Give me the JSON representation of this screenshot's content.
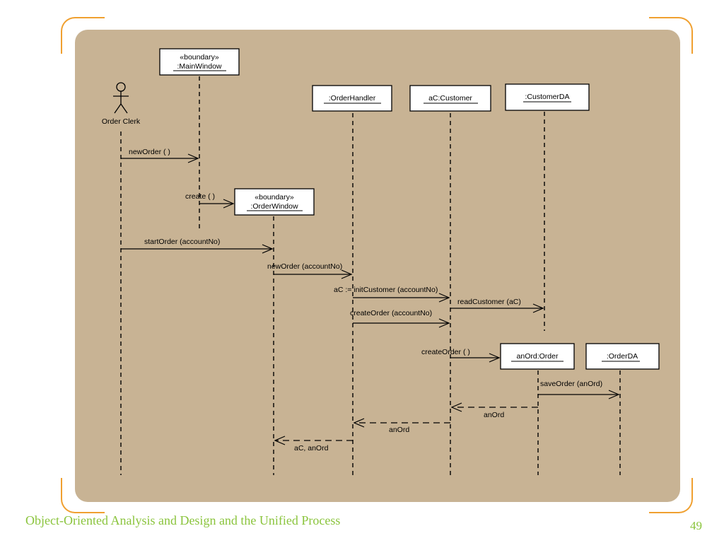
{
  "footer": {
    "title": "Object-Oriented Analysis and Design and the Unified Process",
    "page_number": "49"
  },
  "colors": {
    "background_panel": "#c8b394",
    "accent_bracket": "#f0a030",
    "footer_text": "#8ac43c"
  },
  "diagram": {
    "actor": {
      "label": "Order Clerk"
    },
    "objects": [
      {
        "stereotype": "«boundary»",
        "name": ":MainWindow"
      },
      {
        "stereotype": "«boundary»",
        "name": ":OrderWindow"
      },
      {
        "name": ":OrderHandler"
      },
      {
        "name": "aC:Customer"
      },
      {
        "name": ":CustomerDA"
      },
      {
        "name": "anOrd:Order"
      },
      {
        "name": ":OrderDA"
      }
    ],
    "messages": [
      "newOrder ( )",
      "create ( )",
      "startOrder (accountNo)",
      "newOrder (accountNo)",
      "aC := initCustomer (accountNo)",
      "readCustomer (aC)",
      "createOrder (accountNo)",
      "createOrder ( )",
      "saveOrder (anOrd)"
    ],
    "returns": [
      "anOrd",
      "anOrd",
      "aC, anOrd"
    ]
  }
}
